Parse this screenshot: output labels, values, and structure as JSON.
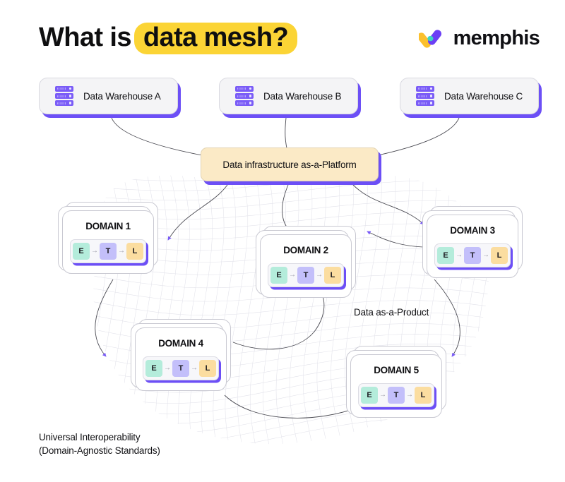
{
  "header": {
    "title_plain": "What is",
    "title_highlight": "data mesh?",
    "highlight_color": "#fbd435",
    "logo_text": "memphis",
    "logo_icon": "memphis-logo-mark",
    "logo_colors": {
      "yellow": "#fbc02d",
      "purple": "#6b3ff5",
      "teal": "#3ed6c0"
    }
  },
  "warehouses": [
    {
      "label": "Data Warehouse A",
      "icon": "server-icon"
    },
    {
      "label": "Data Warehouse B",
      "icon": "server-icon"
    },
    {
      "label": "Data Warehouse C",
      "icon": "server-icon"
    }
  ],
  "platform": {
    "label": "Data infrastructure as-a-Platform",
    "fill": "#fbeac6",
    "shadow": "#6c4ff6"
  },
  "domains": [
    {
      "title": "DOMAIN 1",
      "pipeline": [
        "E",
        "T",
        "L"
      ]
    },
    {
      "title": "DOMAIN 2",
      "pipeline": [
        "E",
        "T",
        "L"
      ]
    },
    {
      "title": "DOMAIN 3",
      "pipeline": [
        "E",
        "T",
        "L"
      ]
    },
    {
      "title": "DOMAIN 4",
      "pipeline": [
        "E",
        "T",
        "L"
      ]
    },
    {
      "title": "DOMAIN 5",
      "pipeline": [
        "E",
        "T",
        "L"
      ]
    }
  ],
  "annotations": {
    "data_as_a_product": "Data as-a-Product",
    "interoperability_line1": "Universal Interoperability",
    "interoperability_line2": "(Domain-Agnostic Standards)"
  },
  "palette": {
    "chip_extract": "#b4ecdb",
    "chip_transform": "#c3bffa",
    "chip_load": "#fbdda0",
    "accent_purple": "#6c4ff6",
    "arrow_purple": "#7a5cf7",
    "connector_gray": "#4a4a52",
    "mesh_gray": "#e2e2ea",
    "card_fill": "#f4f4f6",
    "text": "#111114"
  },
  "arrow_glyph": "→"
}
